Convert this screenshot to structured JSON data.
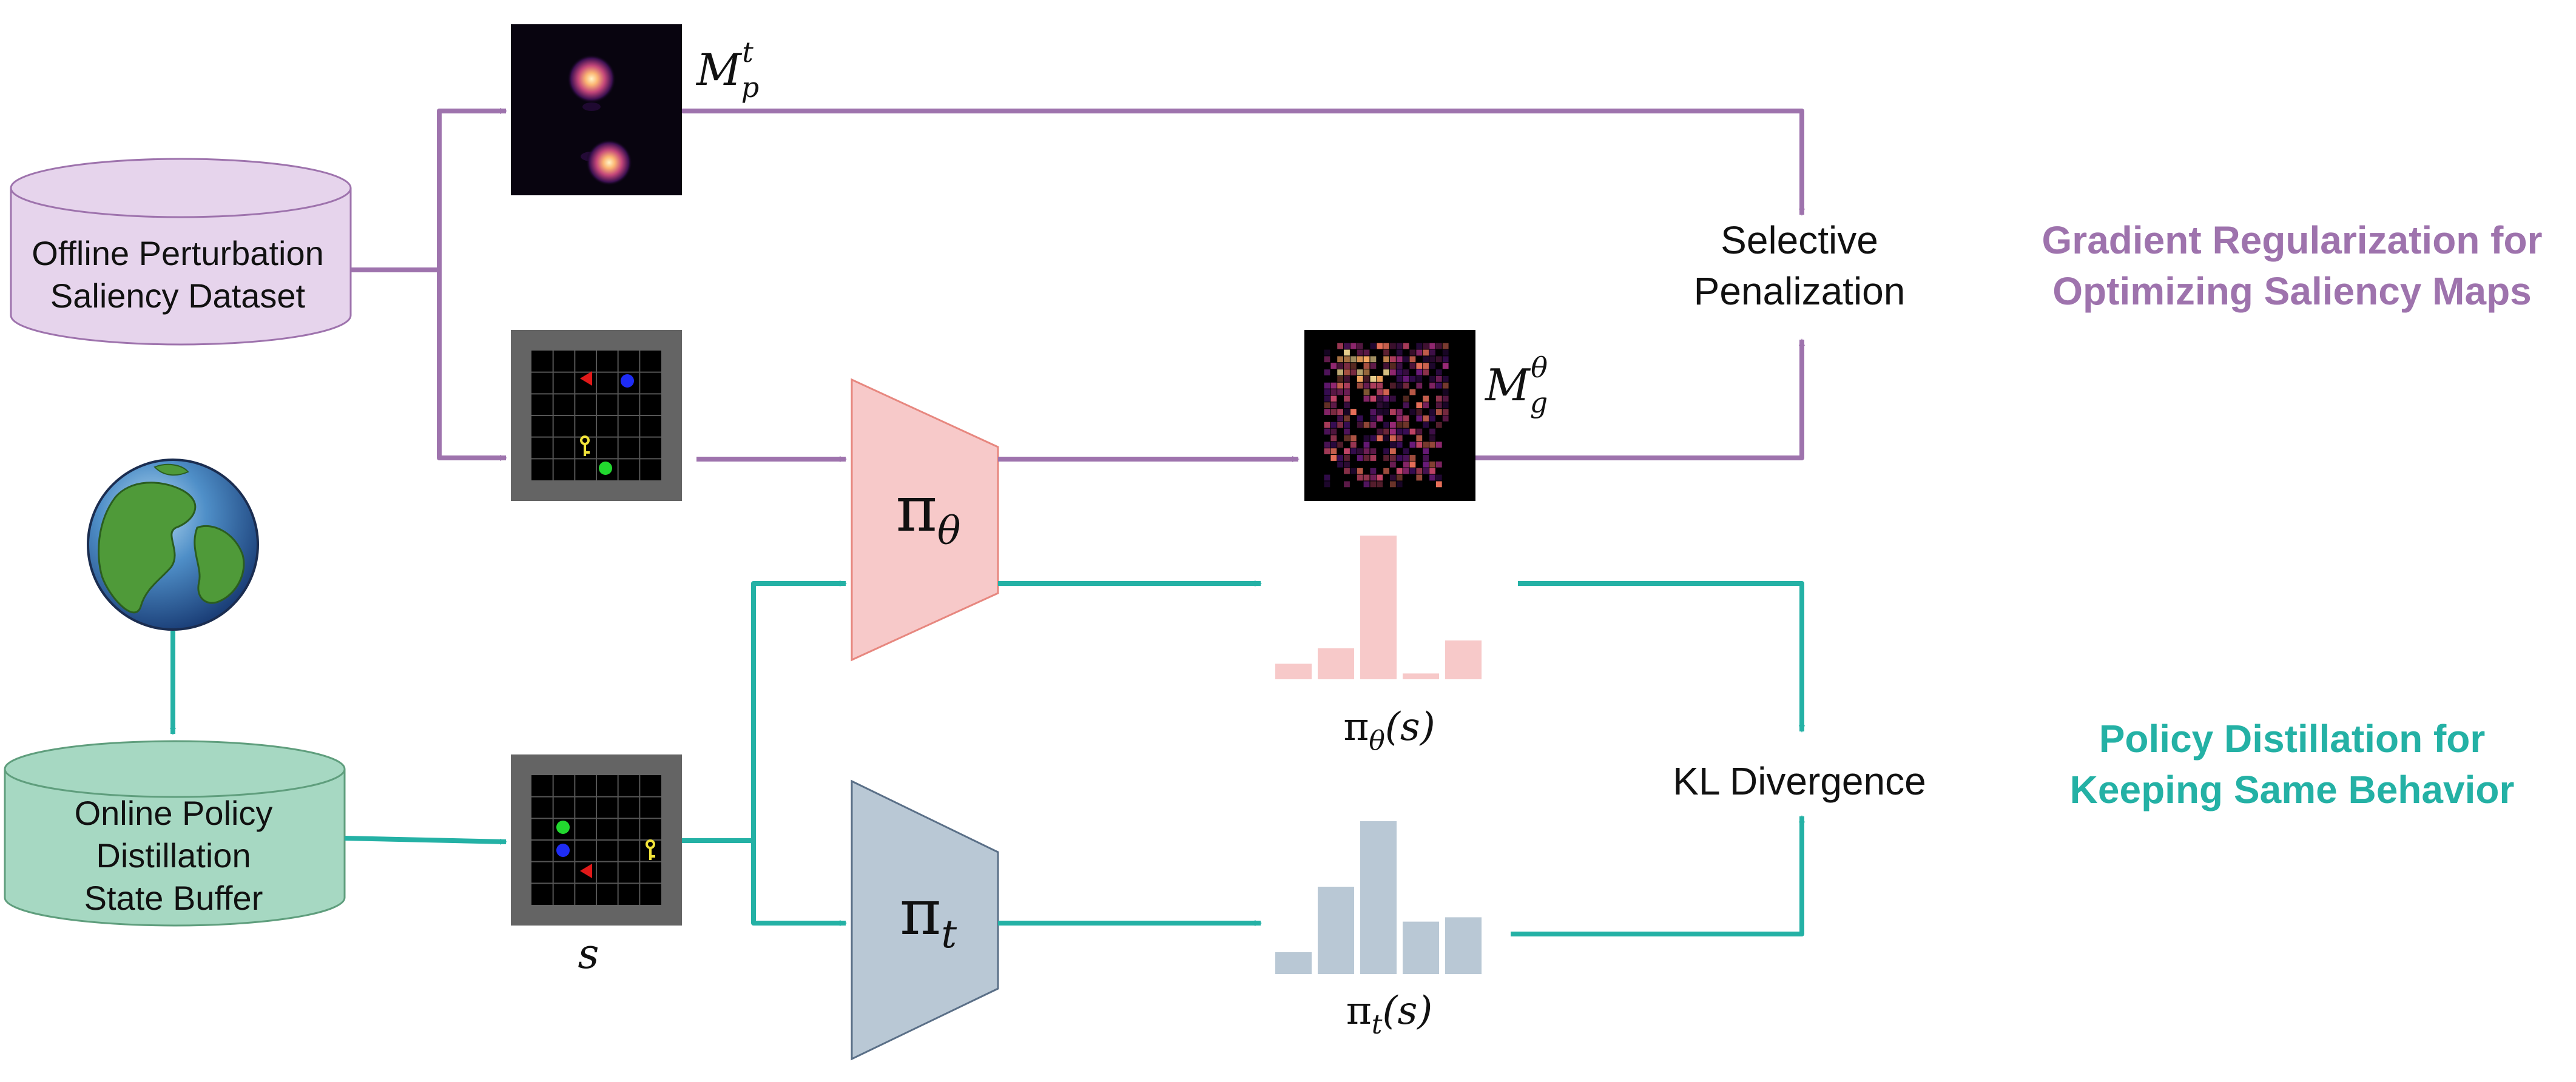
{
  "colors": {
    "purple": "#9e73ad",
    "teal": "#24b1a5",
    "pink_fill": "#f7c9c9",
    "pink_stroke": "#e7877f",
    "slate_fill": "#b9c8d5",
    "slate_stroke": "#5a6f87",
    "purple_db_fill": "#e6d4ec",
    "teal_db_fill": "#a6d8c2",
    "teal_db_stroke": "#5f9e7d",
    "pink_bars": "#f7c9c9",
    "slate_bars": "#b9c8d5"
  },
  "datasets": {
    "offline": {
      "line1": "Offline Perturbation",
      "line2": "Saliency Dataset"
    },
    "online": {
      "line1": "Online Policy",
      "line2": "Distillation",
      "line3": "State Buffer"
    }
  },
  "icons": {
    "globe": "earth-globe-icon"
  },
  "state_label": "s",
  "networks": {
    "student": {
      "sym": "π",
      "sub": "θ"
    },
    "teacher": {
      "sym": "π",
      "sub": "t"
    }
  },
  "saliency": {
    "perturbation": {
      "sym": "M",
      "sub": "p",
      "sup": "t"
    },
    "gradient": {
      "sym": "M",
      "sub": "g",
      "sup": "θ"
    }
  },
  "distributions": {
    "student": {
      "sym": "π",
      "sub": "θ",
      "arg": "(s)",
      "values": [
        0.08,
        0.16,
        0.74,
        0.03,
        0.2
      ]
    },
    "teacher": {
      "sym": "π",
      "sub": "t",
      "arg": "(s)",
      "values": [
        0.1,
        0.4,
        0.7,
        0.24,
        0.26
      ]
    }
  },
  "ops": {
    "selective": {
      "line1": "Selective",
      "line2": "Penalization"
    },
    "kl": {
      "label": "KL Divergence"
    }
  },
  "objectives": {
    "gradient": {
      "line1": "Gradient Regularization for",
      "line2": "Optimizing Saliency Maps"
    },
    "distill": {
      "line1": "Policy Distillation for",
      "line2": "Keeping Same Behavior"
    }
  }
}
